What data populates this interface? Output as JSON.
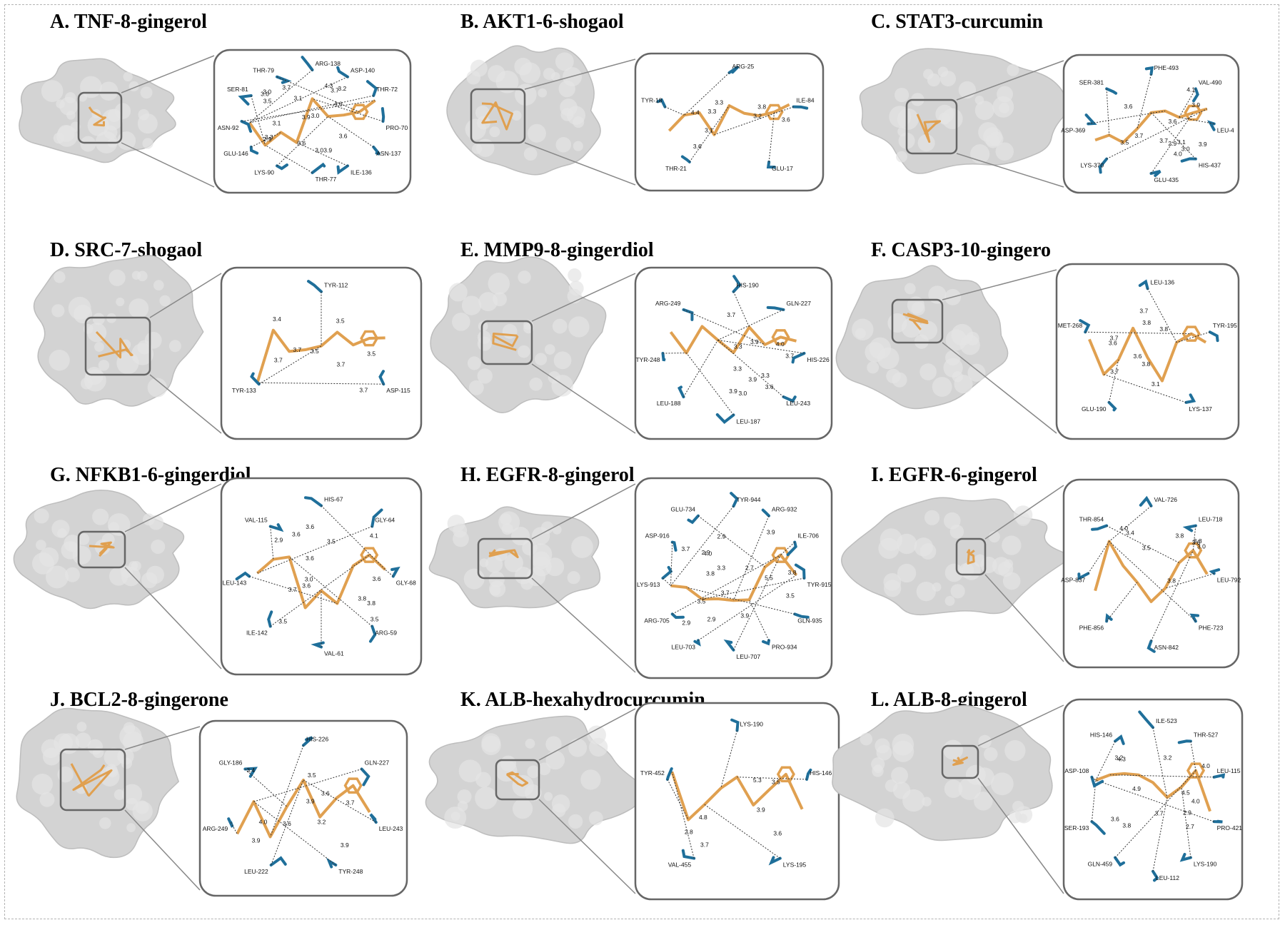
{
  "colors": {
    "surface": "#d3d3d3",
    "ligand": "#e0a050",
    "residue": "#1f6f9a",
    "hbond": "#333333",
    "frame": "#888888"
  },
  "panels": [
    {
      "title": "A.  TNF-8-gingerol",
      "residues": [
        "ARG-138",
        "ASP-140",
        "THR-72",
        "PRO-70",
        "ASN-137",
        "ILE-136",
        "THR-77",
        "LYS-90",
        "GLU-146",
        "ASN-92",
        "SER-81",
        "THR-79"
      ],
      "distances": [
        "3.0",
        "3.2",
        "2.9",
        "3.6",
        "3.9",
        "4.3",
        "3.7",
        "3.3",
        "3.9",
        "3.1",
        "3.5",
        "3.6",
        "3.0",
        "4.0",
        "3.7",
        "3.0",
        "3.1",
        "3.0"
      ]
    },
    {
      "title": "B.  AKT1-6-shogaol",
      "residues": [
        "ARG-25",
        "ILE-84",
        "GLU-17",
        "THR-21",
        "TYR-18"
      ],
      "distances": [
        "4.4",
        "3.6",
        "3.6",
        "3.8",
        "3.3",
        "3.1",
        "3.2",
        "3.3"
      ]
    },
    {
      "title": "C.  STAT3-curcumin",
      "residues": [
        "PHE-493",
        "VAL-490",
        "LEU-4",
        "HIS-437",
        "GLU-435",
        "LYS-370",
        "ASP-369",
        "SER-381"
      ],
      "distances": [
        "3.9",
        "4.1",
        "3.9",
        "3.6",
        "4.0",
        "3.7",
        "3.6",
        "3.7",
        "3.5",
        "2.9",
        "3.1",
        "3.0"
      ]
    },
    {
      "title": "D.  SRC-7-shogaol",
      "residues": [
        "TYR-112",
        "ASP-115",
        "TYR-133"
      ],
      "distances": [
        "3.7",
        "3.7",
        "3.5",
        "3.5",
        "3.5",
        "3.7",
        "3.4",
        "3.7"
      ]
    },
    {
      "title": "E.  MMP9-8-gingerdiol",
      "residues": [
        "HIS-190",
        "GLN-227",
        "HIS-226",
        "LEU-243",
        "LEU-187",
        "LEU-188",
        "TYR-248",
        "ARG-249"
      ],
      "distances": [
        "3.9",
        "4.0",
        "3.3",
        "3.6",
        "3.0",
        "3.9",
        "3.7",
        "3.7",
        "3.9",
        "3.3",
        "3.3"
      ]
    },
    {
      "title": "F.  CASP3-10-gingero",
      "residues": [
        "LEU-136",
        "TYR-195",
        "LYS-137",
        "GLU-190",
        "MET-268"
      ],
      "distances": [
        "3.6",
        "3.7",
        "3.6",
        "3.8",
        "3.7",
        "3.8",
        "3.7",
        "3.8",
        "3.1"
      ]
    },
    {
      "title": "G.  NFKB1-6-gingerdiol",
      "residues": [
        "HIS-67",
        "GLY-64",
        "GLY-68",
        "ARG-59",
        "VAL-61",
        "ILE-142",
        "LEU-143",
        "VAL-115"
      ],
      "distances": [
        "4.1",
        "3.8",
        "2.9",
        "3.0",
        "3.6",
        "3.5",
        "3.7",
        "3.6",
        "3.5",
        "3.8",
        "3.6",
        "3.6",
        "3.5",
        "3.6"
      ]
    },
    {
      "title": "H.  EGFR-8-gingerol",
      "residues": [
        "TYR-944",
        "ARG-932",
        "ILE-706",
        "TYR-915",
        "GLN-935",
        "PRO-934",
        "LEU-707",
        "LEU-703",
        "ARG-705",
        "LYS-913",
        "ASP-916",
        "GLU-734"
      ],
      "distances": [
        "2.7",
        "3.8",
        "3.9",
        "2.9",
        "3.3",
        "4.0",
        "2.9",
        "3.8",
        "3.5",
        "2.9",
        "2.9",
        "3.7",
        "3.5",
        "3.7",
        "5.5",
        "3.9"
      ]
    },
    {
      "title": "I.  EGFR-6-gingerol",
      "residues": [
        "VAL-726",
        "LEU-718",
        "LEU-792",
        "PHE-723",
        "ASN-842",
        "PHE-856",
        "ASP-837",
        "THR-854"
      ],
      "distances": [
        "3.5",
        "3.8",
        "3.8",
        "3.6",
        "4.0",
        "3.4",
        "3.0",
        "3.8"
      ]
    },
    {
      "title": "J.  BCL2-8-gingerone",
      "residues": [
        "HIS-226",
        "GLN-227",
        "LEU-243",
        "TYR-248",
        "LEU-222",
        "ARG-249",
        "GLY-186"
      ],
      "distances": [
        "3.2",
        "4.0",
        "3.5",
        "3.9",
        "3.7",
        "3.6",
        "3.4",
        "3.9",
        "3.6",
        "3.9"
      ]
    },
    {
      "title": "K.  ALB-hexahydrocurcumin",
      "residues": [
        "LYS-190",
        "HIS-146",
        "LYS-195",
        "VAL-455",
        "TYR-452"
      ],
      "distances": [
        "5.3",
        "3.5",
        "3.6",
        "3.7",
        "3.9",
        "4.8",
        "2.8"
      ]
    },
    {
      "title": "L.  ALB-8-gingerol",
      "residues": [
        "ILE-523",
        "THR-527",
        "LEU-115",
        "PRO-421",
        "LYS-190",
        "LEU-112",
        "GLN-459",
        "SER-193",
        "ASP-108",
        "HIS-146"
      ],
      "distances": [
        "3.8",
        "3.2",
        "2.7",
        "4.5",
        "3.7",
        "3.6",
        "4.3",
        "2.9",
        "4.0",
        "3.2",
        "4.9",
        "4.0"
      ]
    }
  ]
}
